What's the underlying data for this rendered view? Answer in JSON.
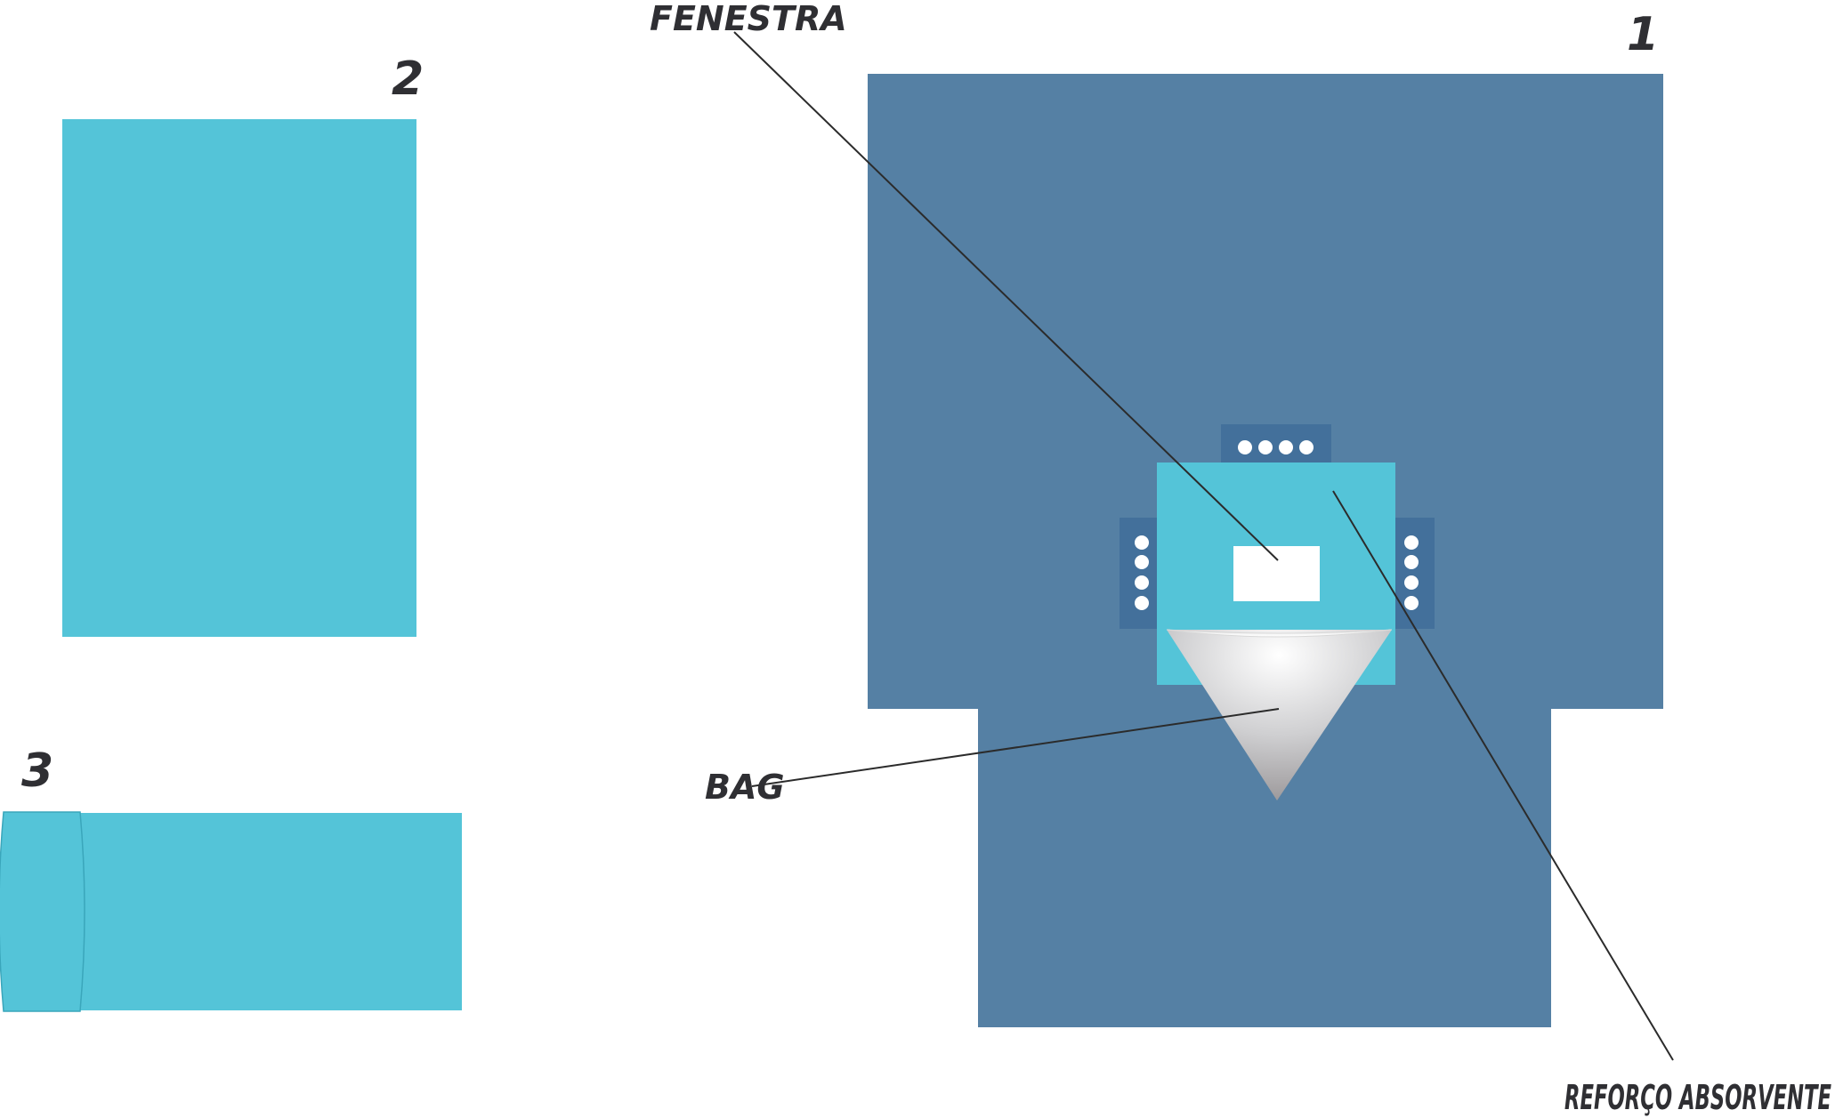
{
  "labels": {
    "item_1": "1",
    "item_2": "2",
    "item_3": "3",
    "fenestra": "FENESTRA",
    "bag": "BAG",
    "reforco": "REFORÇO ABSORVENTE"
  },
  "colors": {
    "drape_blue": "#5580a4",
    "tab_blue": "#43709b",
    "light_cyan": "#54c4d8",
    "window_white": "#ffffff",
    "leader_line": "#2b2b2b",
    "text": "#2f2f33"
  }
}
